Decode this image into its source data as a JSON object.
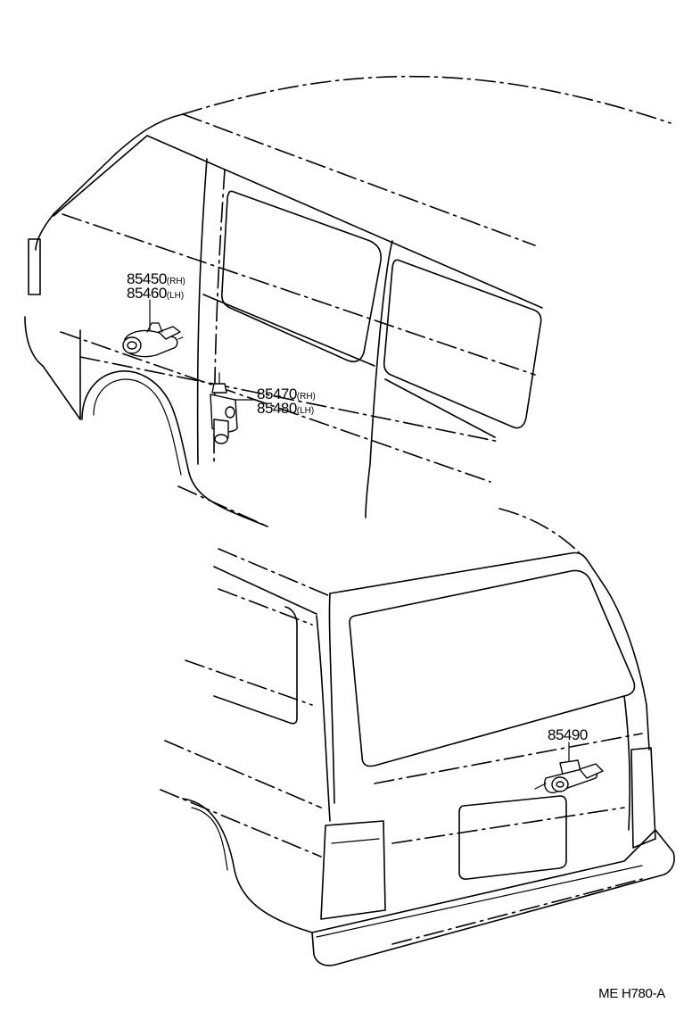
{
  "callouts": [
    {
      "number": "85450",
      "side": "(RH)"
    },
    {
      "number": "85460",
      "side": "(LH)"
    },
    {
      "number": "85470",
      "side": "(RH)"
    },
    {
      "number": "85480",
      "side": "(LH)"
    },
    {
      "number": "85490",
      "side": ""
    }
  ],
  "reference_code": "ME H780-A"
}
